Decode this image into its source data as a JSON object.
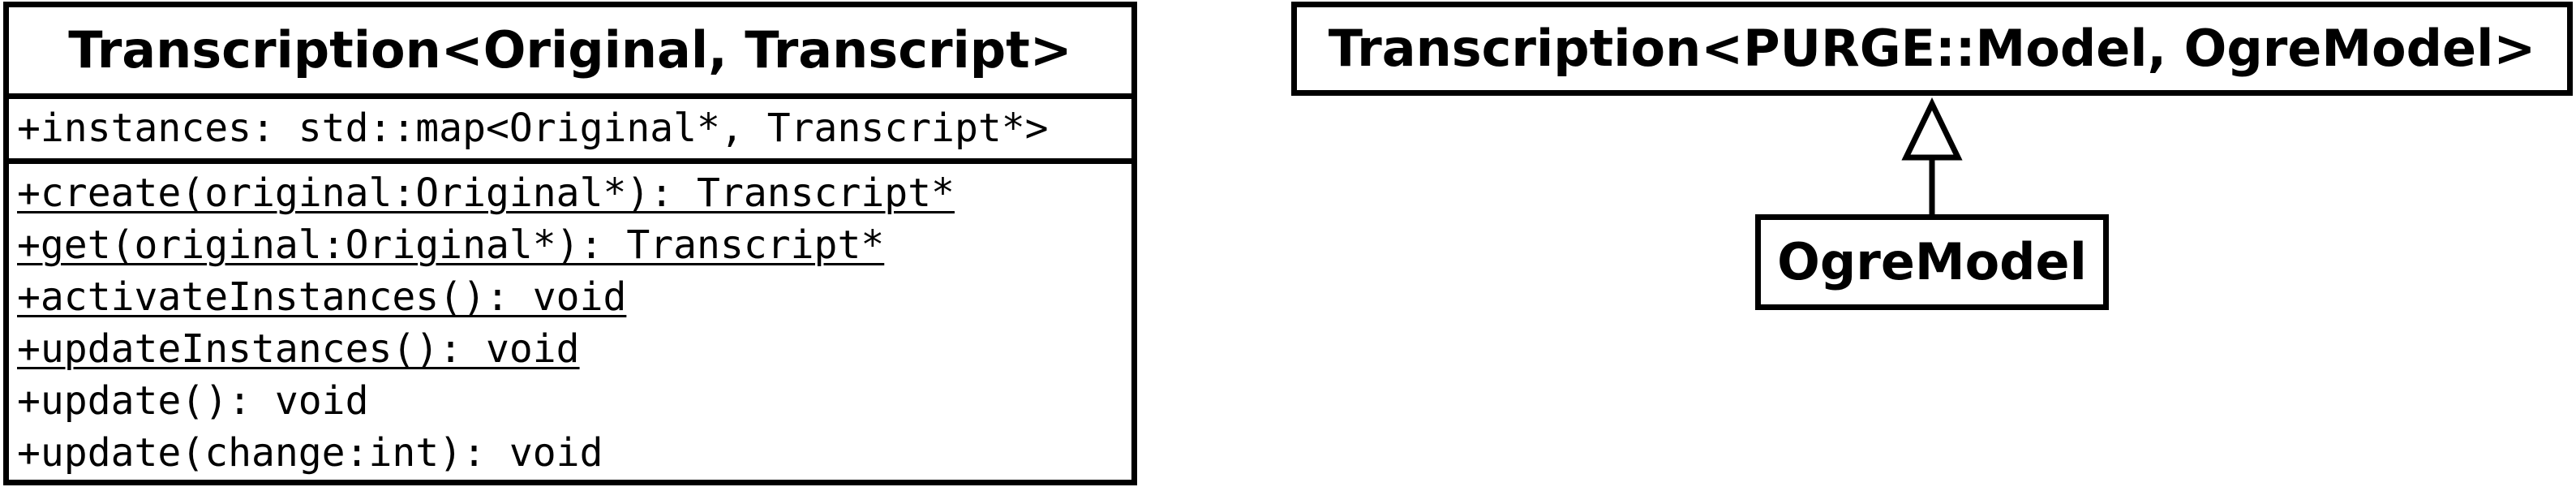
{
  "diagram": {
    "left_class": {
      "name": "Transcription<Original, Transcript>",
      "attributes": [
        {
          "text": "+instances: std::map<Original*, Transcript*>",
          "static": false
        }
      ],
      "operations": [
        {
          "text": "+create(original:Original*): Transcript*",
          "static": true
        },
        {
          "text": "+get(original:Original*): Transcript*",
          "static": true
        },
        {
          "text": "+activateInstances(): void",
          "static": true
        },
        {
          "text": "+updateInstances(): void",
          "static": true
        },
        {
          "text": "+update(): void",
          "static": false
        },
        {
          "text": "+update(change:int): void",
          "static": false
        }
      ]
    },
    "right_base_class": {
      "name": "Transcription<PURGE::Model, OgreModel>"
    },
    "right_derived_class": {
      "name": "OgreModel"
    },
    "relationship": {
      "type": "realization",
      "from": "OgreModel",
      "to": "Transcription<PURGE::Model, OgreModel>"
    }
  }
}
